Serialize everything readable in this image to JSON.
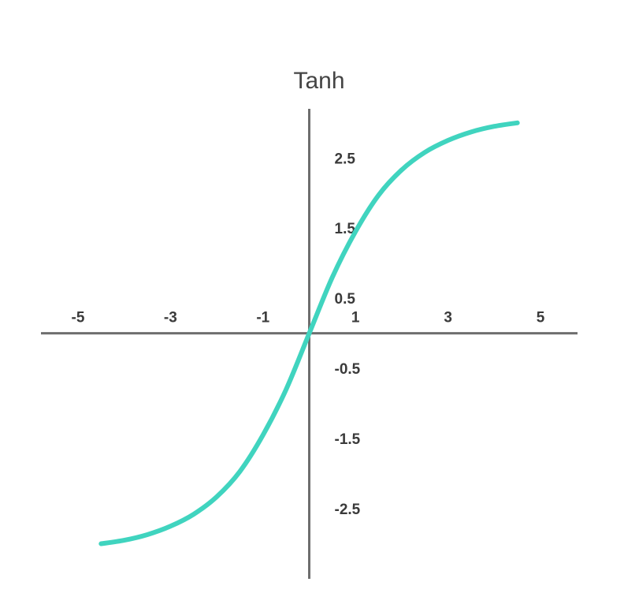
{
  "chart_data": {
    "type": "line",
    "title": "Tanh",
    "xlabel": "",
    "ylabel": "",
    "x_ticks": [
      "-5",
      "-3",
      "-1",
      "1",
      "3",
      "5"
    ],
    "y_ticks": [
      "2.5",
      "1.5",
      "0.5",
      "-0.5",
      "-1.5",
      "-2.5"
    ],
    "xlim": [
      -5.8,
      5.8
    ],
    "ylim": [
      -3.5,
      3.2
    ],
    "grid": false,
    "legend": "none",
    "line_color": "#40d4bf",
    "axis_color": "#6e6e6e",
    "series": [
      {
        "x": [
          -4.5,
          -4,
          -3.5,
          -3,
          -2.5,
          -2,
          -1.5,
          -1,
          -0.5,
          0,
          0.5,
          1,
          1.5,
          2,
          2.5,
          3,
          3.5,
          4,
          4.5
        ],
        "values": [
          -3.0,
          -2.95,
          -2.87,
          -2.75,
          -2.58,
          -2.33,
          -1.97,
          -1.45,
          -0.8,
          0,
          0.8,
          1.45,
          1.97,
          2.33,
          2.58,
          2.75,
          2.87,
          2.95,
          3.0
        ]
      }
    ]
  }
}
